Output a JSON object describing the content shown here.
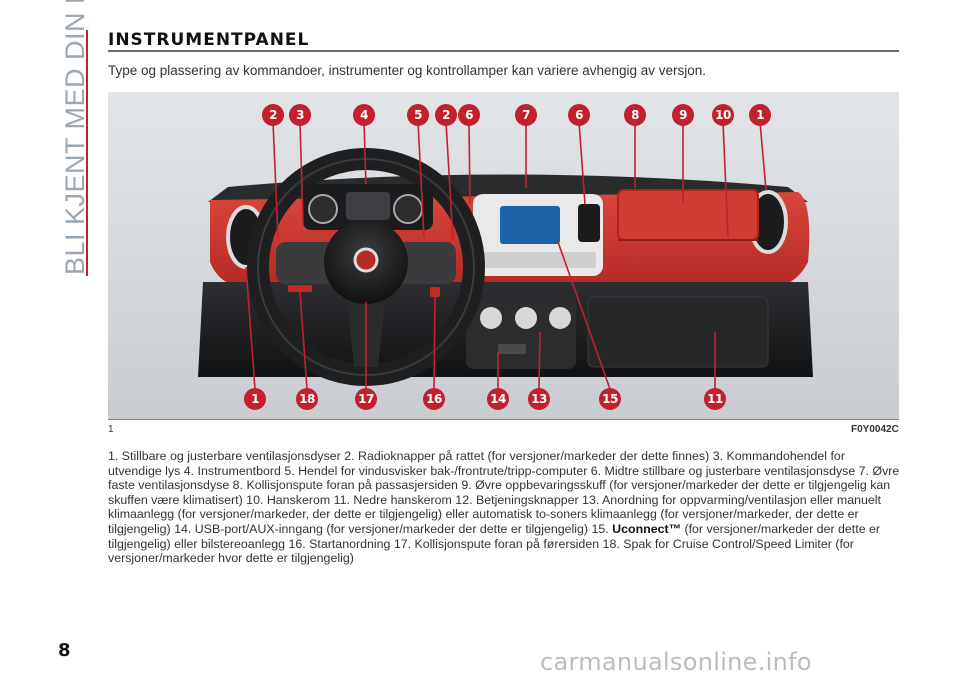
{
  "side_tab": {
    "text": "BLI KJENT MED DIN BIL"
  },
  "section": {
    "title": "INSTRUMENTPANEL",
    "intro": "Type og plassering av kommandoer, instrumenter og kontrollamper kan variere avhengig av versjon."
  },
  "figure": {
    "number": "1",
    "code": "F0Y0042C",
    "colors": {
      "dash_red": "#c9352e",
      "badge_red": "#c3202d",
      "background": "#d9dde0"
    },
    "callouts_top": [
      "2",
      "3",
      "4",
      "5",
      "2",
      "6",
      "7",
      "6",
      "8",
      "9",
      "10",
      "1"
    ],
    "callouts_bottom": [
      "1",
      "18",
      "17",
      "16",
      "14",
      "13",
      "15",
      "11"
    ]
  },
  "caption": {
    "part1": "1. Stillbare og justerbare ventilasjonsdyser 2. Radioknapper på rattet (for versjoner/markeder der dette finnes) 3. Kommandohendel for utvendige lys 4. Instrumentbord 5. Hendel for vindusvisker bak-/frontrute/tripp-computer 6. Midtre stillbare og justerbare ventilasjonsdyse 7. Øvre faste ventilasjonsdyse 8. Kollisjonspute foran på passasjersiden 9. Øvre oppbevaringsskuff (for versjoner/markeder der dette er tilgjengelig kan skuffen være klimatisert) 10. Hanskerom 11. Nedre hanskerom 12. Betjeningsknapper 13. Anordning for oppvarming/ventilasjon eller manuelt klimaanlegg (for versjoner/markeder, der dette er tilgjengelig) eller automatisk to-soners klimaanlegg (for versjoner/markeder, der dette er tilgjengelig) 14. USB-port/AUX-inngang (for versjoner/markeder der dette er tilgjengelig) 15.",
    "bold": "Uconnect™",
    "part2": "(for versjoner/markeder der dette er tilgjengelig) eller bilstereoanlegg 16. Startanordning 17. Kollisjonspute foran på førersiden 18. Spak for Cruise Control/Speed Limiter (for versjoner/markeder hvor dette er tilgjengelig)"
  },
  "page_number": "8",
  "watermark": "carmanualsonline.info"
}
